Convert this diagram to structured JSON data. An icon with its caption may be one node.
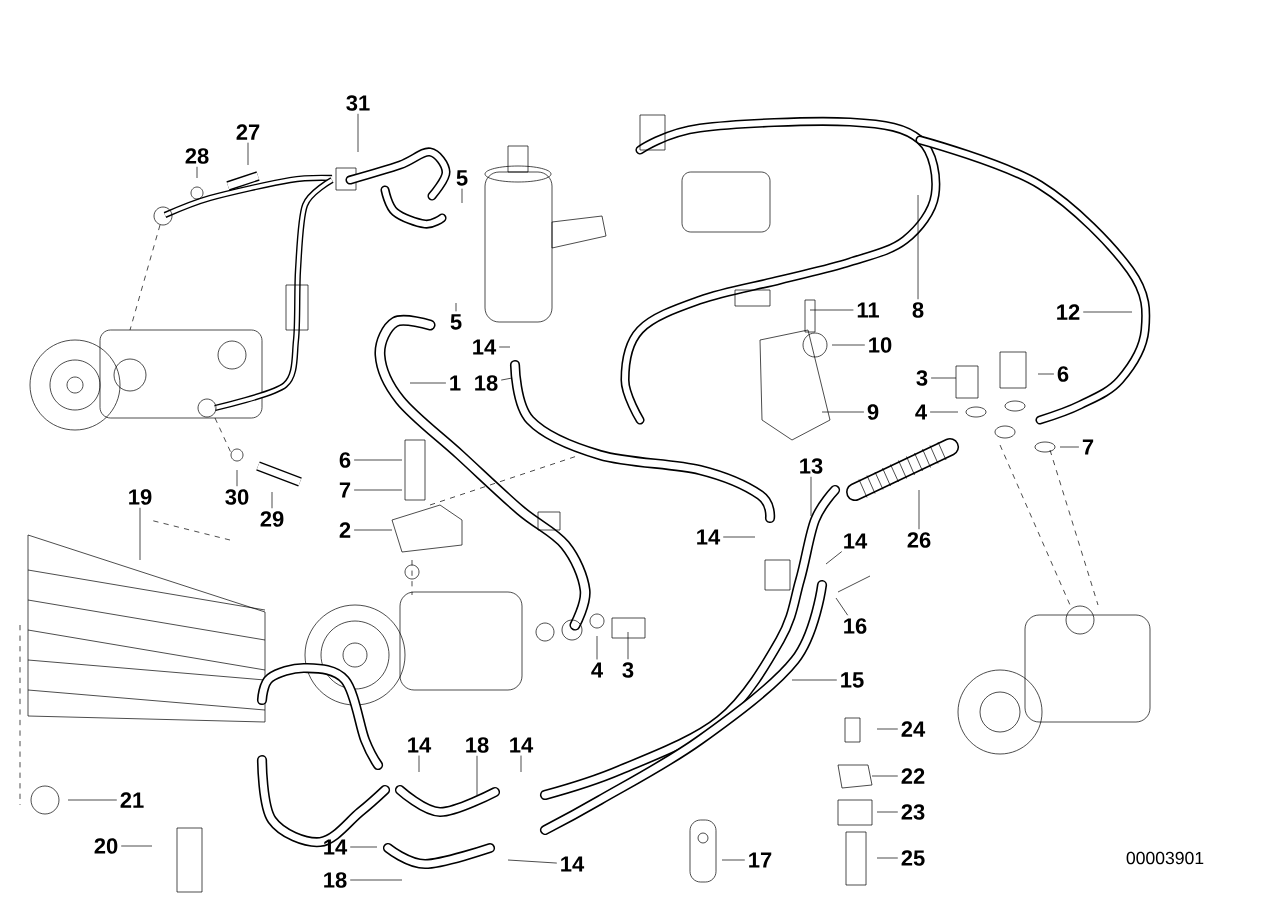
{
  "diagram": {
    "nodes": [
      {
        "text": [
          "31"
        ]
      },
      {
        "text": [
          "27"
        ]
      },
      {
        "text": [
          "28"
        ]
      },
      {
        "text": [
          "5"
        ]
      },
      {
        "text": [
          "11"
        ]
      },
      {
        "text": [
          "8"
        ]
      },
      {
        "text": [
          "12"
        ]
      },
      {
        "text": [
          "5"
        ]
      },
      {
        "text": [
          "14"
        ]
      },
      {
        "text": [
          "10"
        ]
      },
      {
        "text": [
          "6"
        ]
      },
      {
        "text": [
          "3"
        ]
      },
      {
        "text": [
          "1"
        ]
      },
      {
        "text": [
          "18"
        ]
      },
      {
        "text": [
          "4"
        ]
      },
      {
        "text": [
          "9"
        ]
      },
      {
        "text": [
          "7"
        ]
      },
      {
        "text": [
          "6"
        ]
      },
      {
        "text": [
          "13"
        ]
      },
      {
        "text": [
          "7"
        ]
      },
      {
        "text": [
          "30"
        ]
      },
      {
        "text": [
          "19"
        ]
      },
      {
        "text": [
          "29"
        ]
      },
      {
        "text": [
          "2"
        ]
      },
      {
        "text": [
          "14"
        ]
      },
      {
        "text": [
          "26"
        ]
      },
      {
        "text": [
          "14"
        ]
      },
      {
        "text": [
          "16"
        ]
      },
      {
        "text": [
          "4"
        ]
      },
      {
        "text": [
          "3"
        ]
      },
      {
        "text": [
          "15"
        ]
      },
      {
        "text": [
          "24"
        ]
      },
      {
        "text": [
          "14"
        ]
      },
      {
        "text": [
          "18"
        ]
      },
      {
        "text": [
          "14"
        ]
      },
      {
        "text": [
          "22"
        ]
      },
      {
        "text": [
          "21"
        ]
      },
      {
        "text": [
          "23"
        ]
      },
      {
        "text": [
          "20"
        ]
      },
      {
        "text": [
          "14"
        ]
      },
      {
        "text": [
          "25"
        ]
      },
      {
        "text": [
          "17"
        ]
      },
      {
        "text": [
          "14"
        ]
      },
      {
        "text": [
          "18"
        ]
      }
    ],
    "edges": [
      {
        "from": 0,
        "to": null,
        "arrow": "none"
      },
      {
        "from": 1,
        "to": null,
        "arrow": "none"
      },
      {
        "from": 2,
        "to": null,
        "arrow": "none"
      },
      {
        "from": 3,
        "to": null,
        "arrow": "none"
      },
      {
        "from": 4,
        "to": null,
        "arrow": "none"
      },
      {
        "from": 5,
        "to": null,
        "arrow": "none"
      },
      {
        "from": 6,
        "to": null,
        "arrow": "none"
      },
      {
        "from": 7,
        "to": null,
        "arrow": "none"
      },
      {
        "from": 8,
        "to": null,
        "arrow": "none"
      },
      {
        "from": 9,
        "to": null,
        "arrow": "none"
      },
      {
        "from": 10,
        "to": null,
        "arrow": "none"
      },
      {
        "from": 11,
        "to": null,
        "arrow": "none"
      },
      {
        "from": 12,
        "to": null,
        "arrow": "none"
      },
      {
        "from": 13,
        "to": null,
        "arrow": "none"
      },
      {
        "from": 14,
        "to": null,
        "arrow": "none"
      },
      {
        "from": 15,
        "to": null,
        "arrow": "none"
      },
      {
        "from": 16,
        "to": null,
        "arrow": "none"
      },
      {
        "from": 17,
        "to": null,
        "arrow": "none"
      },
      {
        "from": 18,
        "to": null,
        "arrow": "none"
      },
      {
        "from": 19,
        "to": null,
        "arrow": "none"
      },
      {
        "from": 20,
        "to": null,
        "arrow": "none"
      },
      {
        "from": 21,
        "to": null,
        "arrow": "none"
      },
      {
        "from": 22,
        "to": null,
        "arrow": "none"
      },
      {
        "from": 23,
        "to": null,
        "arrow": "none"
      },
      {
        "from": 24,
        "to": null,
        "arrow": "none"
      },
      {
        "from": 25,
        "to": null,
        "arrow": "none"
      },
      {
        "from": 26,
        "to": null,
        "arrow": "none"
      },
      {
        "from": 27,
        "to": null,
        "arrow": "none"
      },
      {
        "from": 28,
        "to": null,
        "arrow": "none"
      },
      {
        "from": 29,
        "to": null,
        "arrow": "none"
      },
      {
        "from": 30,
        "to": null,
        "arrow": "none"
      },
      {
        "from": 31,
        "to": null,
        "arrow": "none"
      },
      {
        "from": 32,
        "to": null,
        "arrow": "none"
      },
      {
        "from": 33,
        "to": null,
        "arrow": "none"
      },
      {
        "from": 34,
        "to": null,
        "arrow": "none"
      },
      {
        "from": 35,
        "to": null,
        "arrow": "none"
      },
      {
        "from": 36,
        "to": null,
        "arrow": "none"
      },
      {
        "from": 37,
        "to": null,
        "arrow": "none"
      },
      {
        "from": 38,
        "to": null,
        "arrow": "none"
      },
      {
        "from": 39,
        "to": null,
        "arrow": "none"
      },
      {
        "from": 40,
        "to": null,
        "arrow": "none"
      },
      {
        "from": 41,
        "to": null,
        "arrow": "none"
      },
      {
        "from": 42,
        "to": null,
        "arrow": "none"
      },
      {
        "from": 43,
        "to": null,
        "arrow": "none"
      }
    ],
    "labels": [
      "00003901"
    ]
  }
}
